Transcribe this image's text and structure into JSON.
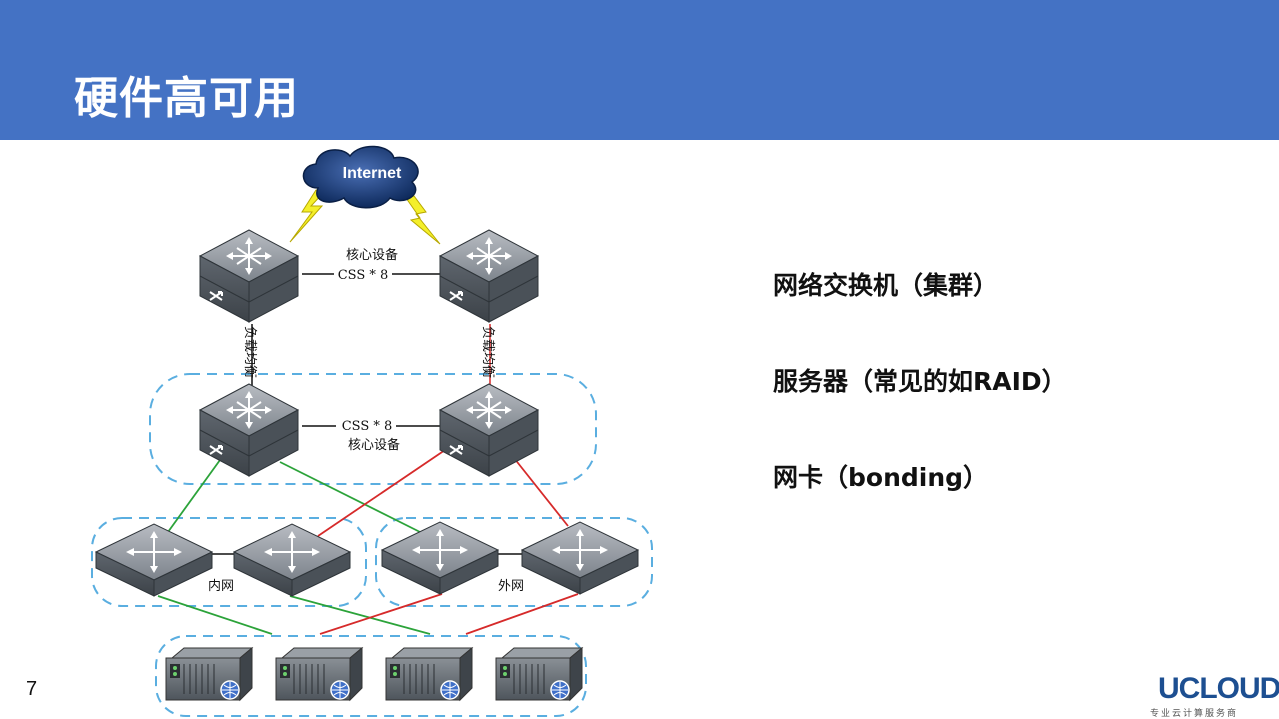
{
  "slide": {
    "title": "硬件高可用",
    "page_number": "7"
  },
  "bullets": [
    "网络交换机（集群）",
    "服务器（常见的如RAID）",
    "网卡（bonding）"
  ],
  "diagram": {
    "cloud_label": "Internet",
    "top_core_label": "核心设备",
    "top_css_label": "CSS * 8",
    "load_balance_label": "负载均衡",
    "mid_css_label": "CSS * 8",
    "mid_core_label": "核心设备",
    "inner_net_label": "内网",
    "outer_net_label": "外网"
  },
  "logo": {
    "text": "UCLOUD",
    "subtitle": "专业云计算服务商"
  },
  "colors": {
    "header": "#4472c4",
    "green_link": "#2ca33a",
    "red_link": "#d62a2a",
    "dashed_border": "#5aaee0"
  }
}
